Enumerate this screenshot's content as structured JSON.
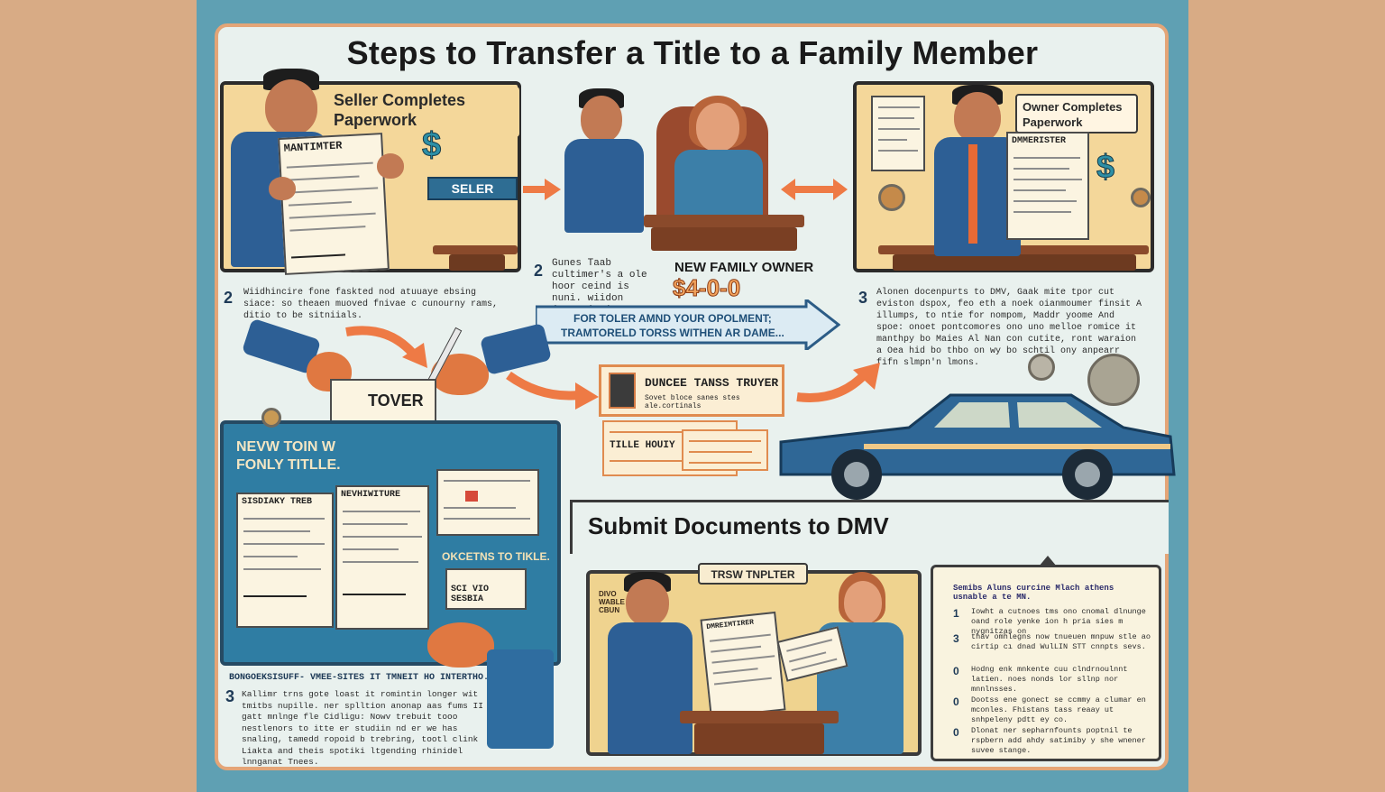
{
  "title": "Steps to Transfer a Title to a Family Member",
  "panel1": {
    "caption": "Seller Completes Paperwork",
    "doc_header": "MANTIMTER",
    "sign_label": "SELER"
  },
  "panel2": {
    "step_number": "2",
    "text": "Gunes Taab cultimer's a ole hoor ceind is nuni. wiidon jonpuniption.",
    "label": "NEW FAMILY OWNER",
    "amount": "$4-0-0"
  },
  "panel3": {
    "caption": "Owner Completes Paperwork",
    "doc_header": "DMMERISTER",
    "step_number": "3",
    "text": "Alonen docenpurts to DMV, Gaak mite tpor cut eviston dspox, feo eth a noek oianmoumer finsit A illumps, to ntie for nompom, Maddr yoome And spoe: onoet pontcomores ono uno melloe romice it manthpy bo Maies Al Nan con cutite, ront waraion a Oea hid bo thbo on wy bo schtil ony anpearr fifn slmpn'n lmons."
  },
  "step1": {
    "step_number": "2",
    "text": "Wiidhincire fone faskted nod atuuaye ebsing siace: so theaen muoved fnivae c cunourny rams, ditio to be sitniials."
  },
  "banner": {
    "line1": "FOR TOLER AMND YOUR OPOLMENT;",
    "line2": "TRAMTORELD TORSS WITHEN AR DAME..."
  },
  "center_form": {
    "header": "DUNCEE TANSS TRUYER",
    "sub": "Sovet bloce sanes stes ale.cortinals",
    "field1": "TILLE HOUIY"
  },
  "hands": {
    "card_text": "TOVER"
  },
  "blue_panel": {
    "caption": "NEVW TOIN W FONLY TITLLE.",
    "doc_left": "SISDIAKY TREB",
    "doc_mid": "NEVHIWITURE",
    "right_label": "OKCETNS TO TIKLE.",
    "box_label": "SCI VIO SESBIA"
  },
  "step3_bottom": {
    "heading": "BONGOEKSISUFF- VMEE-SITES IT TMNEIT HO INTERTHO.",
    "step_number": "3",
    "text": "Kallimr trns gote loast it romintin longer wit tmitbs nupille. ner splltion anonap aas fums II gatt mnlnge fle Cidligu: Nowv trebuit tooo nestlenors to itte er studiin nd er we has snaling, tamedd ropoid b trebring, tootl clink Liakta and theis spotiki ltgending rhinidel lnnganat Tnees."
  },
  "subhead": "Submit Documents to DMV",
  "bottom_scene": {
    "tag": "TRSW TNPLTER",
    "side_label": "DIVO WABLE CBUN",
    "doc_header": "DMREIMTIRER"
  },
  "checklist": {
    "heading": "Semibs Aluns curcine Mlach athens usnable a te MN.",
    "items": [
      {
        "n": "1",
        "text": "Iowht a cutnoes tms ono cnomal dlnunge oand role yenke ion h pria sies m nygnitzas on"
      },
      {
        "n": "3",
        "text": "thav omhlegns now tnueuen mnpuw stle ao cirtip cı dnad WulLIN STT cnnpts sevs."
      },
      {
        "n": "0",
        "text": "Hodng enk mnkente cuu clndrnoulnnt latien. noes nonds lor sllnp nor mnnlnsses."
      },
      {
        "n": "0",
        "text": "Dootss ene gonect se ccmmy a clumar en mconles. Fhistans tass reaay ut snhpeleny pdtt ey co."
      },
      {
        "n": "0",
        "text": "Dlonat ner sepharnfounts poptnil te rspbern add ahdy satimiby y she wnener suvee stange."
      }
    ]
  },
  "colors": {
    "background": "#d8ab85",
    "frame": "#5fa0b3",
    "sheet": "#e9f1ee",
    "panel_yellow": "#f4d79a",
    "panel_blue": "#2f7da3",
    "arrow": "#ee7a45",
    "suit": "#2d5f95"
  }
}
